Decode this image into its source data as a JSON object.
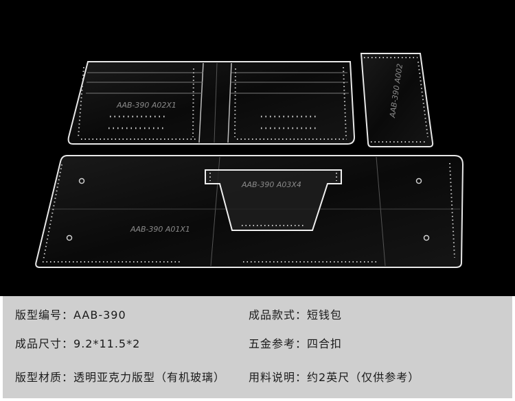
{
  "photo": {
    "background": "#000000",
    "piece_codes": {
      "a02x1": "AAB-390  A02X1",
      "a002": "AAB-390  A002",
      "a03x4": "AAB-390  A03X4",
      "a01x1": "AAB-390  A01X1"
    }
  },
  "specs": {
    "background": "#cfcfcf",
    "model_no": {
      "label": "版型编号",
      "value": "AAB-390"
    },
    "style": {
      "label": "成品款式",
      "value": "短钱包"
    },
    "size": {
      "label": "成品尺寸",
      "value": "9.2*11.5*2"
    },
    "hardware": {
      "label": "五金参考",
      "value": "四合扣"
    },
    "material": {
      "label": "版型材质",
      "value": "透明亚克力版型（有机玻璃）"
    },
    "leather": {
      "label": "用料说明",
      "value": "约2英尺（仅供参考）"
    }
  }
}
